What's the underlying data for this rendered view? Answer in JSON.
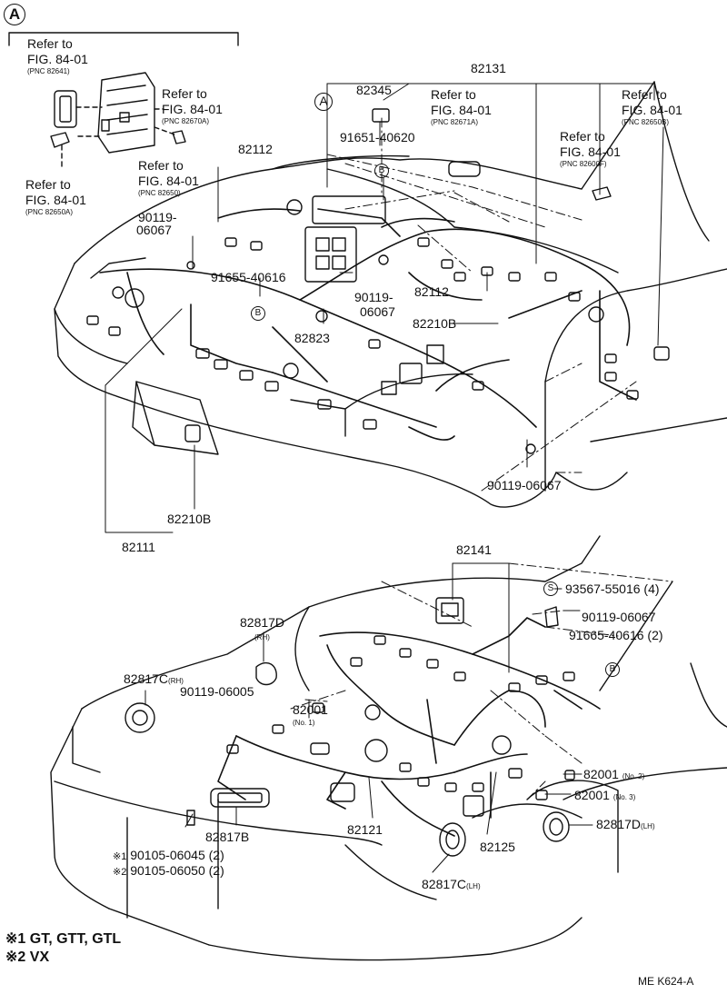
{
  "diagram": {
    "corner_marker": "A",
    "inset": {
      "refs": [
        {
          "refer": "Refer to",
          "fig": "FIG. 84-01",
          "pnc": "(PNC 82641)"
        },
        {
          "refer": "Refer to",
          "fig": "FIG. 84-01",
          "pnc": "(PNC 82670A)"
        },
        {
          "refer": "Refer to",
          "fig": "FIG. 84-01",
          "pnc": "(PNC 82650)"
        },
        {
          "refer": "Refer to",
          "fig": "FIG. 84-01",
          "pnc": "(PNC 82650A)"
        }
      ]
    },
    "upper": {
      "marker_a": "A",
      "marker_b1": "B",
      "marker_b2": "B",
      "refs": [
        {
          "refer": "Refer to",
          "fig": "FIG. 84-01",
          "pnc": "(PNC 82671A)"
        },
        {
          "refer": "Refer to",
          "fig": "FIG. 84-01",
          "pnc": "(PNC 82650B)"
        },
        {
          "refer": "Refer to",
          "fig": "FIG. 84-01",
          "pnc": "(PNC 82600F)"
        }
      ],
      "parts": {
        "p82131": "82131",
        "p82345": "82345",
        "p91651": "91651-40620",
        "p82112a": "82112",
        "p90119a_1": "90119-",
        "p90119a_2": "06067",
        "p91655": "91655-40616",
        "p90119b_1": "90119-",
        "p90119b_2": "06067",
        "p82112b": "82112",
        "p82210b_a": "82210B",
        "p82823": "82823",
        "p90119c": "90119-06067",
        "p82210b_b": "82210B",
        "p82111": "82111"
      }
    },
    "lower": {
      "marker_s": "S",
      "marker_b": "B",
      "parts": {
        "p82141": "82141",
        "p93567": "93567-55016 (4)",
        "p90119d": "90119-06067",
        "p91665": "91665-40616 (2)",
        "p82817d_rh": "82817D",
        "p82817d_rh_note": "(RH)",
        "p82817c_rh": "82817C",
        "p82817c_rh_note": "(RH)",
        "p90119e": "90119-06005",
        "p82001_1": "82001",
        "p82001_1_note": "(No. 1)",
        "p82001_2": "82001",
        "p82001_2_note": "(No. 2)",
        "p82001_3": "82001",
        "p82001_3_note": "(No. 3)",
        "p82817d_lh": "82817D",
        "p82817d_lh_note": "(LH)",
        "p82121": "82121",
        "p82125": "82125",
        "p82817b": "82817B",
        "p82817c_lh": "82817C",
        "p82817c_lh_note": "(LH)",
        "p90105a": "90105-06045 (2)",
        "p90105a_mark": "※1",
        "p90105b": "90105-06050 (2)",
        "p90105b_mark": "※2"
      }
    },
    "notes": [
      {
        "mark": "※1",
        "text": "GT, GTT, GTL"
      },
      {
        "mark": "※2",
        "text": "VX"
      }
    ],
    "figure_code": "ME K624-A",
    "colors": {
      "ink": "#111111",
      "background": "#ffffff"
    }
  }
}
